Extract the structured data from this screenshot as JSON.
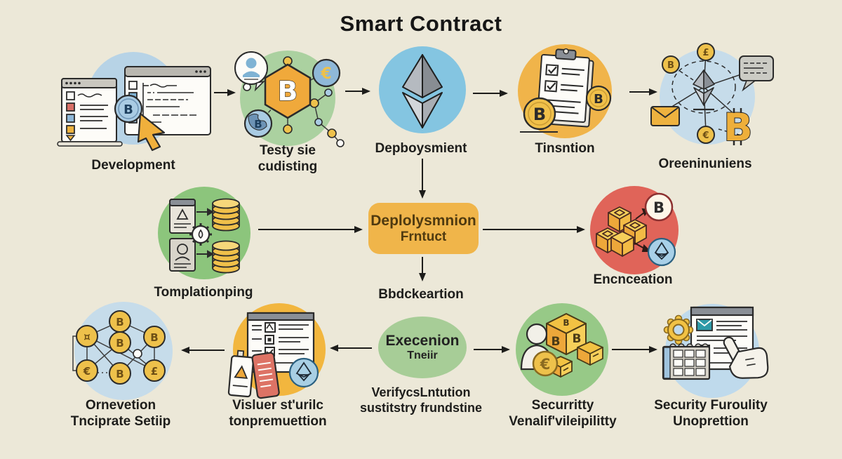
{
  "title": "Smart Contract",
  "symbols": {
    "btc": "B",
    "eur": "€",
    "gbp": "£",
    "generic": "¤"
  },
  "colors": {
    "background": "#ece8d8",
    "orange": "#f0b44a",
    "green": "#9ccb8b",
    "blue": "#84c5e1",
    "light_blue": "#c6dcea",
    "red": "#e0655a",
    "coin_gold": "#eec14b",
    "text": "#1d1d1b"
  },
  "row1": {
    "development": {
      "label": "Development"
    },
    "testing": {
      "label1": "Testy sie",
      "label2": "cudisting"
    },
    "deployment": {
      "label": "Depboysmient"
    },
    "transaction": {
      "label": "Tinsntion"
    },
    "communication": {
      "label": "Oreeninuniens"
    }
  },
  "row2": {
    "templating": {
      "label": "Tomplationping"
    },
    "center_box": {
      "line1": "Deplolysmnion",
      "line2": "Frntuct"
    },
    "below_box": {
      "label": "Bbdckeartion"
    },
    "encryption": {
      "label": "Encnceation"
    }
  },
  "row3": {
    "integration": {
      "label1": "Ornevetion",
      "label2": "Tnciprate Setiip"
    },
    "review": {
      "label1": "Visluer st'urilc",
      "label2": "tonpremuettion"
    },
    "execution": {
      "ellipse1": "Execenion",
      "ellipse2": "Tneiir",
      "label1": "VerifycsLntution",
      "label2": "sustitstry frundstine"
    },
    "security": {
      "label1": "Securritty",
      "label2": "Venalif'vileipilitty"
    },
    "functionality": {
      "label1": "Security Furoulity",
      "label2": "Unoprettion"
    }
  }
}
